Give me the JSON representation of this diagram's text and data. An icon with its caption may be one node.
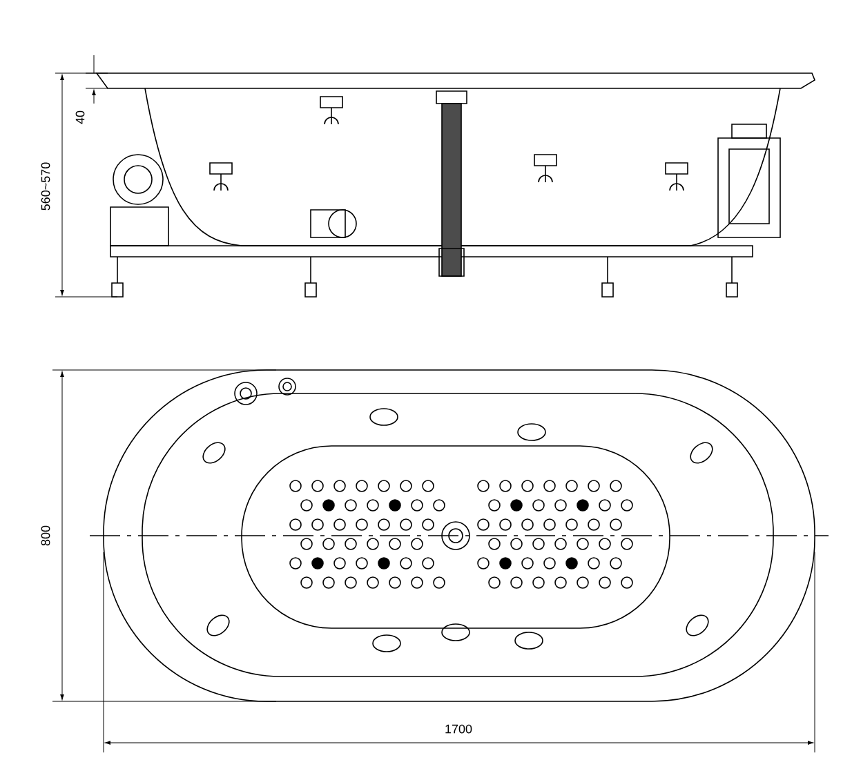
{
  "diagram": {
    "labels": [
      "40",
      "560~570",
      "800",
      "1700"
    ]
  }
}
